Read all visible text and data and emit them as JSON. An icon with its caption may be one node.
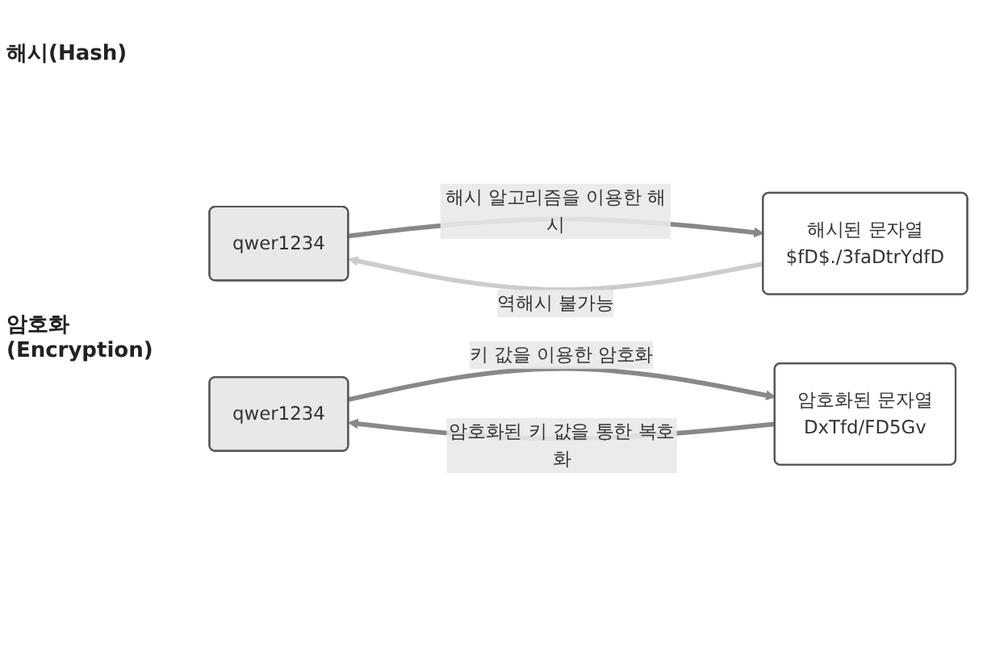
{
  "diagram": {
    "nodes": [
      {
        "text": [
          "qwer1234"
        ]
      },
      {
        "text": [
          "해시된 문자열",
          "$fD$./3faDtrYdfD"
        ]
      },
      {
        "text": [
          "qwer1234"
        ]
      },
      {
        "text": [
          "암호화된 문자열",
          "DxTfd/FD5Gv"
        ]
      }
    ],
    "edges": [
      {
        "from": 0,
        "to": 1,
        "arrow": "to",
        "label": "해시 알고리즘을 이용한 해시"
      },
      {
        "from": 1,
        "to": 0,
        "arrow": "to",
        "label": "역해시 불가능",
        "color": "#cccccc"
      },
      {
        "from": 2,
        "to": 3,
        "arrow": "to",
        "label": "키 값을 이용한 암호화"
      },
      {
        "from": 3,
        "to": 2,
        "arrow": "to",
        "label": "암호화된 키 값을 통한 복호화"
      }
    ],
    "labels": [
      "해시(Hash)",
      "암호화(Encryption)"
    ]
  }
}
